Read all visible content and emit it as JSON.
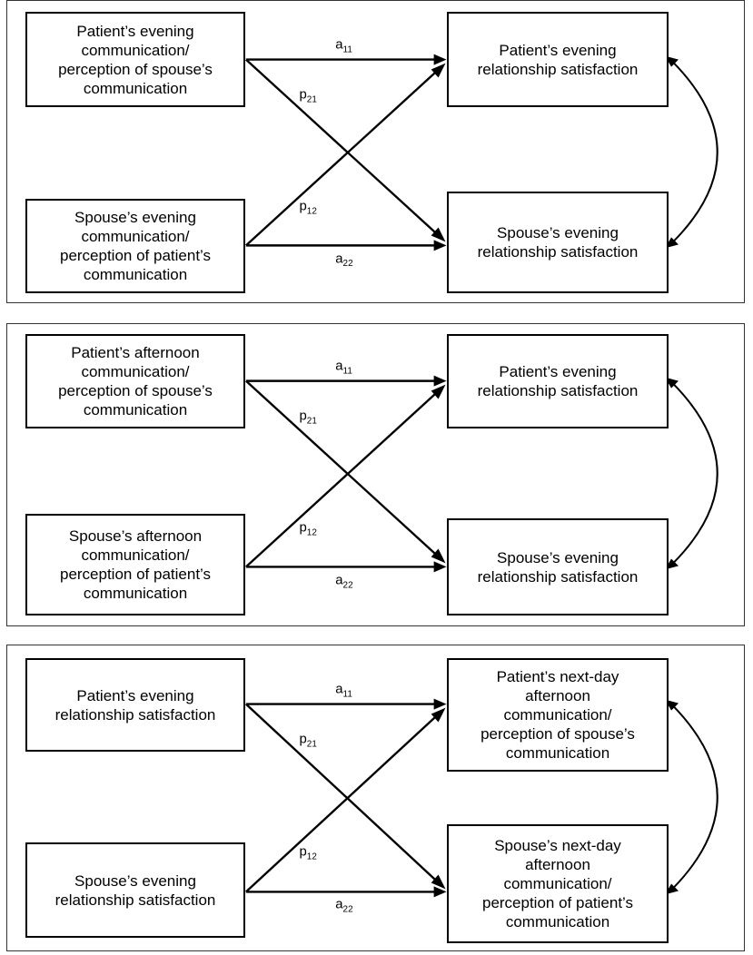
{
  "panels": [
    {
      "left_top": "Patient’s evening\ncommunication/\nperception of spouse’s\ncommunication",
      "left_bottom": "Spouse’s evening\ncommunication/\nperception of patient’s\ncommunication",
      "right_top": "Patient’s evening\nrelationship satisfaction",
      "right_bottom": "Spouse’s evening\nrelationship satisfaction",
      "paths": {
        "a11": {
          "base": "a",
          "sub": "11"
        },
        "p21": {
          "base": "p",
          "sub": "21"
        },
        "p12": {
          "base": "p",
          "sub": "12"
        },
        "a22": {
          "base": "a",
          "sub": "22"
        }
      }
    },
    {
      "left_top": "Patient’s afternoon\ncommunication/\nperception of spouse’s\ncommunication",
      "left_bottom": "Spouse’s afternoon\ncommunication/\nperception of patient’s\ncommunication",
      "right_top": "Patient’s evening\nrelationship satisfaction",
      "right_bottom": "Spouse’s evening\nrelationship satisfaction",
      "paths": {
        "a11": {
          "base": "a",
          "sub": "11"
        },
        "p21": {
          "base": "p",
          "sub": "21"
        },
        "p12": {
          "base": "p",
          "sub": "12"
        },
        "a22": {
          "base": "a",
          "sub": "22"
        }
      }
    },
    {
      "left_top": "Patient’s evening\nrelationship satisfaction",
      "left_bottom": "Spouse’s evening\nrelationship satisfaction",
      "right_top": "Patient’s next-day\nafternoon\ncommunication/\nperception of spouse’s\ncommunication",
      "right_bottom": "Spouse’s next-day\nafternoon\ncommunication/\nperception of patient’s\ncommunication",
      "paths": {
        "a11": {
          "base": "a",
          "sub": "11"
        },
        "p21": {
          "base": "p",
          "sub": "21"
        },
        "p12": {
          "base": "p",
          "sub": "12"
        },
        "a22": {
          "base": "a",
          "sub": "22"
        }
      }
    }
  ]
}
